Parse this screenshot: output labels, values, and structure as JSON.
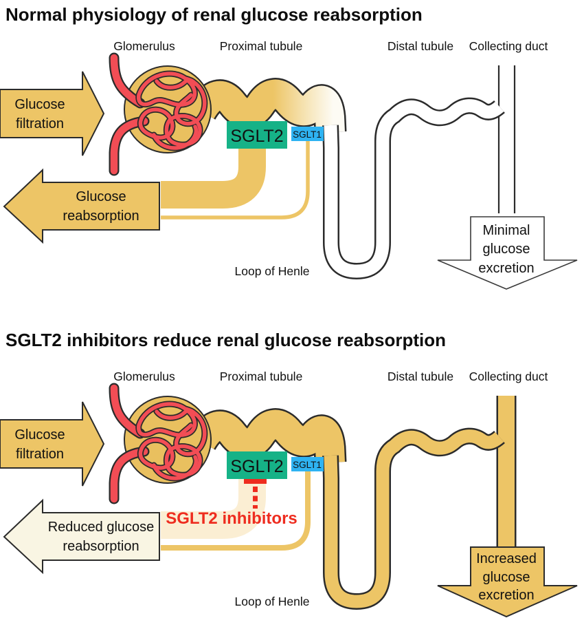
{
  "colors": {
    "gold": "#edc566",
    "tan": "#e9c05f",
    "ink": "#2b2b2b",
    "vesselred": "#f24d55",
    "green": "#16b287",
    "blue": "#2eb3f2",
    "creamband": "#fbeed3",
    "creamarrow": "#f9f5e3",
    "inhibitred": "#ee2c1f"
  },
  "panel_top": {
    "title": "Normal physiology of renal glucose reabsorption",
    "labels": {
      "glomerulus": "Glomerulus",
      "proximal_tubule": "Proximal tubule",
      "distal_tubule": "Distal tubule",
      "collecting_duct": "Collecting duct",
      "loop_of_henle": "Loop of Henle"
    },
    "filtration_arrow": {
      "line1": "Glucose",
      "line2": "filtration"
    },
    "reabsorption_arrow": {
      "line1": "Glucose",
      "line2": "reabsorption"
    },
    "excretion_arrow": {
      "line1": "Minimal",
      "line2": "glucose",
      "line3": "excretion"
    },
    "transporters": {
      "sglt2": "SGLT2",
      "sglt1": "SGLT1"
    }
  },
  "panel_bottom": {
    "title": "SGLT2 inhibitors reduce renal glucose reabsorption",
    "labels": {
      "glomerulus": "Glomerulus",
      "proximal_tubule": "Proximal tubule",
      "distal_tubule": "Distal tubule",
      "collecting_duct": "Collecting duct",
      "loop_of_henle": "Loop of Henle"
    },
    "filtration_arrow": {
      "line1": "Glucose",
      "line2": "filtration"
    },
    "reabsorption_arrow": {
      "line1": "Reduced glucose",
      "line2": "reabsorption"
    },
    "excretion_arrow": {
      "line1": "Increased",
      "line2": "glucose",
      "line3": "excretion"
    },
    "transporters": {
      "sglt2": "SGLT2",
      "sglt1": "SGLT1"
    },
    "inhibitor_label": "SGLT2 inhibitors"
  }
}
